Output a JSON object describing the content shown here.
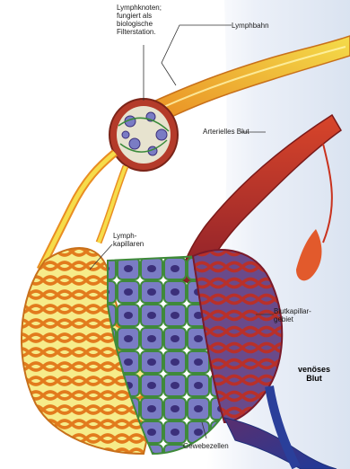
{
  "labels": {
    "lymph_node": "Lymphknoten;\nfungiert als\nbiologische\nFilterstation.",
    "lymph_vessel": "Lymphbahn",
    "arterial_blood": "Arterielles Blut",
    "lymph_capillaries": "Lymph-\nkapillaren",
    "blood_capillaries": "Blutkapillar-\ngebiet",
    "venous_blood": "venöses\nBlut",
    "tissue_cells": "Gewebezellen"
  },
  "colors": {
    "background": "#ffffff",
    "side_panel": "#dfe7f3",
    "lymph_yellow": "#f2d23a",
    "lymph_orange": "#e3821f",
    "artery_red": "#c9321e",
    "vein_blue": "#2a3f9a",
    "cell_purple": "#6e6fb8",
    "cell_nucleus": "#3a2f7a"
  }
}
